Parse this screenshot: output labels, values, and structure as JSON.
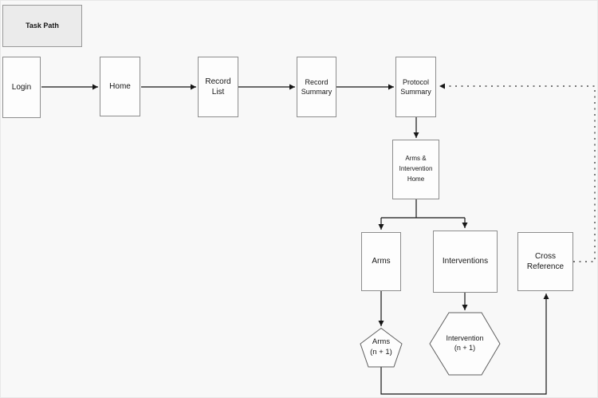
{
  "legend": {
    "label": "Task Path"
  },
  "nodes": {
    "login": {
      "label": "Login",
      "shape": "rect"
    },
    "home": {
      "label": "Home",
      "shape": "rect"
    },
    "record_list": {
      "label": "Record List",
      "shape": "rect"
    },
    "record_summary": {
      "label": "Record Summary",
      "shape": "rect"
    },
    "protocol_summary": {
      "label": "Protocol Summary",
      "shape": "rect"
    },
    "arms_intervention_home": {
      "label": "Arms & Intervention Home",
      "shape": "rect"
    },
    "arms": {
      "label": "Arms",
      "shape": "rect"
    },
    "interventions": {
      "label": "Interventions",
      "shape": "rect"
    },
    "cross_reference": {
      "label": "Cross Reference",
      "shape": "rect"
    },
    "arms_next": {
      "shape": "pentagon",
      "lines": [
        "Arms",
        "(n + 1)"
      ]
    },
    "intervention_next": {
      "shape": "hexagon",
      "lines": [
        "Intervention",
        "(n + 1)"
      ]
    }
  },
  "edges": [
    {
      "from": "Login",
      "to": "Home",
      "style": "solid"
    },
    {
      "from": "Home",
      "to": "Record List",
      "style": "solid"
    },
    {
      "from": "Record List",
      "to": "Record Summary",
      "style": "solid"
    },
    {
      "from": "Record Summary",
      "to": "Protocol Summary",
      "style": "solid"
    },
    {
      "from": "Protocol Summary",
      "to": "Arms & Intervention Home",
      "style": "solid"
    },
    {
      "from": "Arms & Intervention Home",
      "to": "Arms",
      "style": "solid"
    },
    {
      "from": "Arms & Intervention Home",
      "to": "Interventions",
      "style": "solid"
    },
    {
      "from": "Arms",
      "to": "Arms (n + 1)",
      "style": "solid"
    },
    {
      "from": "Interventions",
      "to": "Intervention (n + 1)",
      "style": "solid"
    },
    {
      "from": "Arms (n + 1)",
      "to": "Cross Reference",
      "style": "solid"
    },
    {
      "from": "Cross Reference",
      "to": "Protocol Summary",
      "style": "dashed"
    }
  ],
  "colors": {
    "background": "#f8f8f8",
    "node_fill": "#fdfdfd",
    "node_border": "#8d8d8d",
    "legend_fill": "#ebebeb",
    "connector": "#161616"
  }
}
